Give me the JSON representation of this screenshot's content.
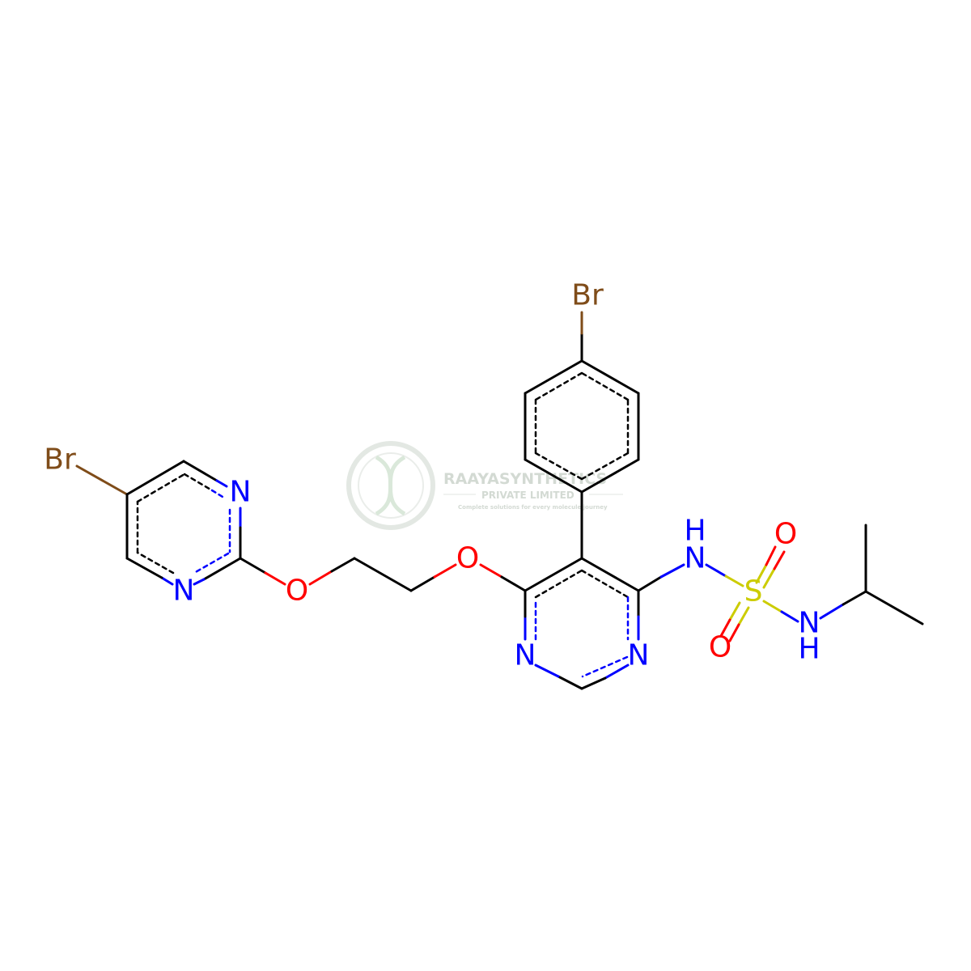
{
  "colors": {
    "carbon": "#000000",
    "nitrogen": "#0000ff",
    "oxygen": "#ff0000",
    "sulfur": "#cccc00",
    "bromine": "#7f4c19",
    "watermark": "#cfd6cf"
  },
  "atoms": {
    "br_left": "Br",
    "br_top": "Br",
    "n_pyr_a": "N",
    "n_pyr_b": "N",
    "o_ether_1": "O",
    "o_ether_2": "O",
    "n_pym_1": "N",
    "n_pym_2": "N",
    "nh_1": "N",
    "nh_1_h": "H",
    "s": "S",
    "o_s_1": "O",
    "o_s_2": "O",
    "nh_2": "N",
    "nh_2_h": "H"
  },
  "watermark": {
    "logo_icon": "dna-helix-icon",
    "company": "RAAYASYNTHETICS",
    "subtitle": "PRIVATE LIMITED",
    "tagline": "Complete solutions for every molecule journey"
  }
}
